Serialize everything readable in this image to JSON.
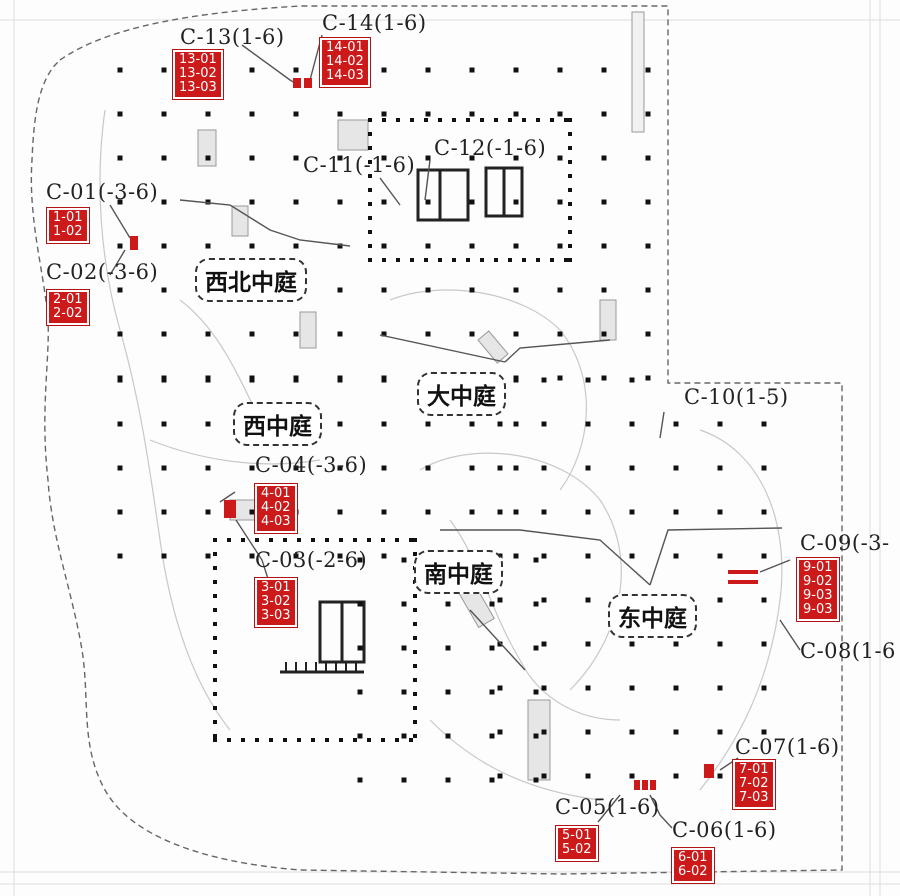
{
  "colors": {
    "badge": "#cc1a1a",
    "line": "#555555",
    "column": "#111111",
    "outline": "#777777"
  },
  "atriums": [
    {
      "label": "西北中庭"
    },
    {
      "label": "大中庭"
    },
    {
      "label": "西中庭"
    },
    {
      "label": "南中庭"
    },
    {
      "label": "东中庭"
    }
  ],
  "callouts": [
    {
      "label": "C-13(1-6)",
      "units": [
        "13-01",
        "13-02",
        "13-03"
      ]
    },
    {
      "label": "C-14(1-6)",
      "units": [
        "14-01",
        "14-02",
        "14-03"
      ]
    },
    {
      "label": "C-12(-1-6)",
      "units": []
    },
    {
      "label": "C-11(-1-6)",
      "units": []
    },
    {
      "label": "C-01(-3-6)",
      "units": [
        "1-01",
        "1-02"
      ]
    },
    {
      "label": "C-02(-3-6)",
      "units": [
        "2-01",
        "2-02"
      ]
    },
    {
      "label": "C-10(1-5)",
      "units": []
    },
    {
      "label": "C-04(-3-6)",
      "units": [
        "4-01",
        "4-02",
        "4-03"
      ]
    },
    {
      "label": "C-03(-2-6)",
      "units": [
        "3-01",
        "3-02",
        "3-03"
      ]
    },
    {
      "label": "C-09(-3-",
      "units": [
        "9-01",
        "9-02",
        "9-03",
        "9-03"
      ]
    },
    {
      "label": "C-08(1-6",
      "units": []
    },
    {
      "label": "C-07(1-6)",
      "units": [
        "7-01",
        "7-02",
        "7-03"
      ]
    },
    {
      "label": "C-05(1-6)",
      "units": [
        "5-01",
        "5-02"
      ]
    },
    {
      "label": "C-06(1-6)",
      "units": [
        "6-01",
        "6-02"
      ]
    }
  ]
}
